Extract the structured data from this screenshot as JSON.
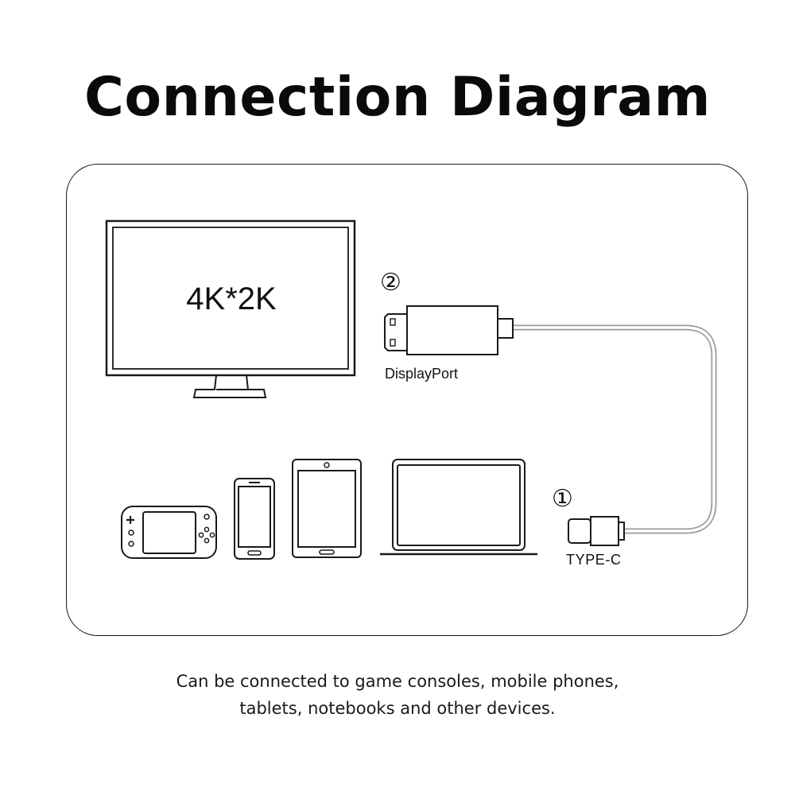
{
  "title": "Connection Diagram",
  "monitor": {
    "resolution_label": "4K*2K"
  },
  "connectors": {
    "displayport": {
      "step": "②",
      "label": "DisplayPort"
    },
    "typec": {
      "step": "①",
      "label": "TYPE-C"
    }
  },
  "devices": [
    {
      "icon": "game-console-icon"
    },
    {
      "icon": "mobile-phone-icon"
    },
    {
      "icon": "tablet-icon"
    },
    {
      "icon": "laptop-icon"
    }
  ],
  "caption": {
    "line1": "Can be connected to game consoles, mobile phones,",
    "line2": "tablets, notebooks and other devices."
  },
  "colors": {
    "stroke": "#1a1a1a",
    "cable": "#9a9a9a",
    "background": "#ffffff"
  }
}
